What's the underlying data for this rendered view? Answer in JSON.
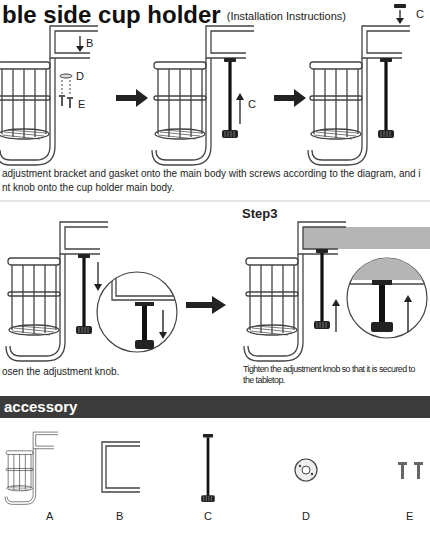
{
  "diagram": {
    "title": "ble side cup holder",
    "nodes": [
      {
        "text": [
          "accessory"
        ]
      }
    ],
    "labels": [
      "(Installation Instructions)",
      "B",
      "D",
      "E",
      "C",
      "C",
      "adjustment bracket and gasket onto the main body with screws according to the diagram, and i",
      "nt knob onto the cup holder main body.",
      "Step3",
      "osen the adjustment knob.",
      "Tighten the adjustment knob so that it is secured to the tabletop.",
      "A",
      "B",
      "C",
      "D",
      "E"
    ]
  }
}
